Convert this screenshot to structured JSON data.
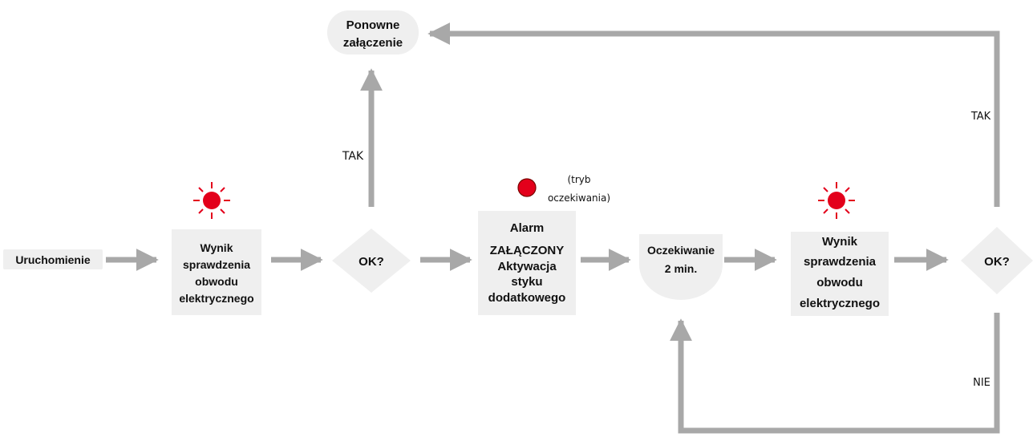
{
  "colors": {
    "arrow": "#a8a8a8",
    "box": "#efefef",
    "alarm_red": "#e3001b",
    "outline": "#7a0000",
    "text": "#111111"
  },
  "nodes": {
    "start": "Uruchomienie",
    "check1": [
      "Wynik",
      "sprawdzenia",
      "obwodu",
      "elektrycznego"
    ],
    "decision1": "OK?",
    "restart": [
      "Ponowne",
      "załączenie"
    ],
    "alarm": [
      "Alarm",
      "ZAŁĄCZONY",
      "Aktywacja",
      "styku",
      "dodatkowego"
    ],
    "wait": [
      "Oczekiwanie",
      "2 min."
    ],
    "check2": [
      "Wynik",
      "sprawdzenia",
      "obwodu",
      "elektrycznego"
    ],
    "decision2": "OK?"
  },
  "labels": {
    "yes1": "TAK",
    "yes2": "TAK",
    "no": "NIE",
    "standby": [
      "(tryb",
      "oczekiwania)"
    ]
  },
  "icons": {
    "blink1": "blinking-red-light-icon",
    "standby": "red-dot-icon",
    "blink2": "blinking-red-light-icon"
  }
}
